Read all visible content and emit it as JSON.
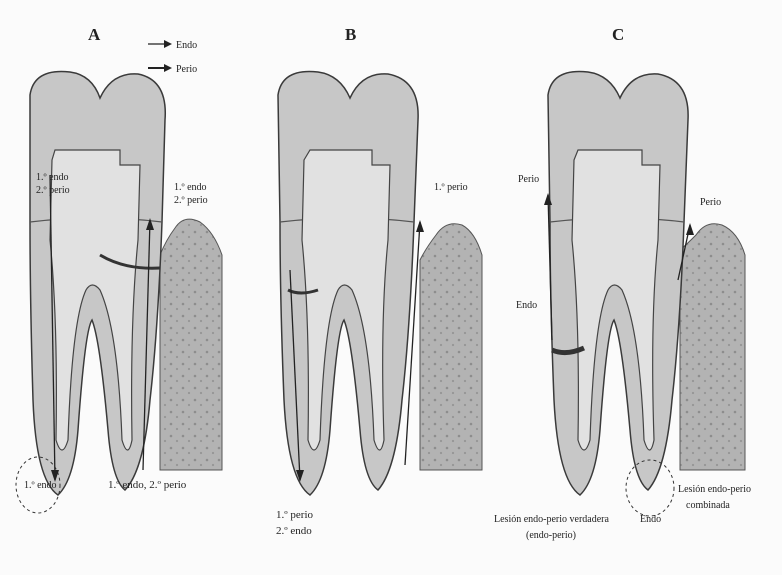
{
  "figure": {
    "panels": [
      {
        "letter": "A"
      },
      {
        "letter": "B"
      },
      {
        "letter": "C"
      }
    ],
    "legend": {
      "first": "Endo",
      "second": "Perio"
    },
    "labels": {
      "a_left_1": "1.º endo",
      "a_left_2": "2.º perio",
      "a_right_1": "1.º endo",
      "a_right_2": "2.º perio",
      "a_circle": "1.º endo",
      "a_bottom": "1.º endo, 2.º perio",
      "b_right": "1.º perio",
      "b_bottom_1": "1.º perio",
      "b_bottom_2": "2.º endo",
      "c_left_perio": "Perio",
      "c_left_endo": "Endo",
      "c_right_perio": "Perio",
      "c_bottom_left_1": "Lesión endo-perio verdadera",
      "c_bottom_left_2": "(endo-perio)",
      "c_bottom_mid": "Endo",
      "c_bottom_right_1": "Lesión endo-perio",
      "c_bottom_right_2": "combinada"
    },
    "colors": {
      "tooth_fill": "#c9c9c9",
      "dentin_fill": "#bdbdbd",
      "bone_fill": "#b0b0b0",
      "outline": "#3a3a3a",
      "lesion": "#3b3b3b"
    }
  }
}
